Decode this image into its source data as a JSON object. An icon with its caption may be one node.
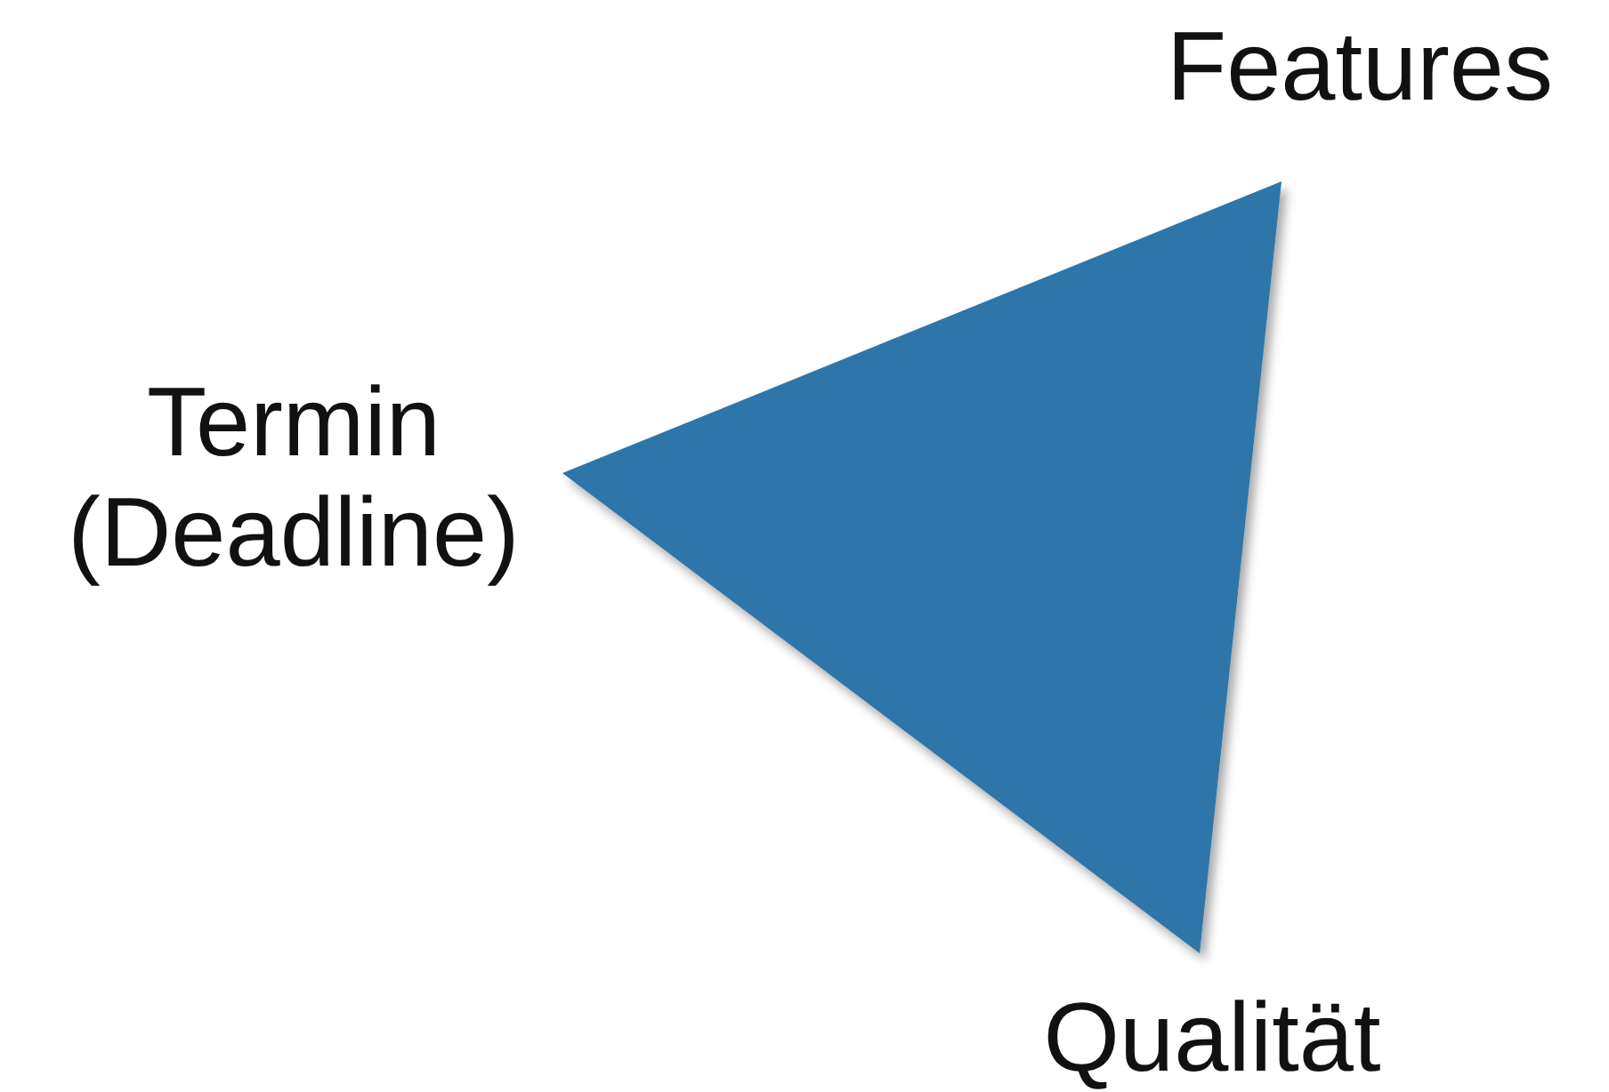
{
  "diagram": {
    "labels": [
      "Features",
      "Termin (Deadline)",
      "Qualität"
    ]
  }
}
